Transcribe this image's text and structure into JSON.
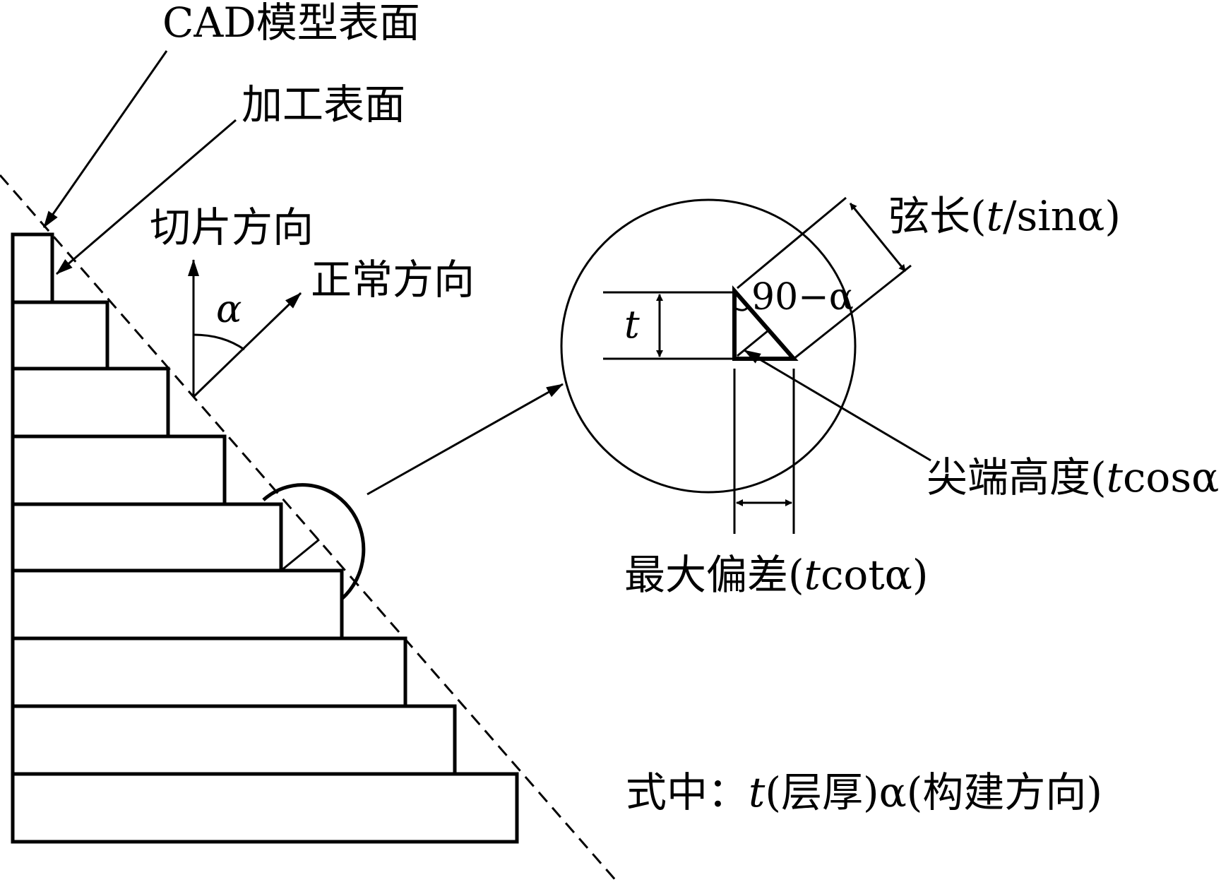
{
  "labels": {
    "cad_surface": "CAD模型表面",
    "machined_surface": "加工表面",
    "slice_direction": "切片方向",
    "normal_direction": "正常方向",
    "alpha": "α",
    "t_symbol": "t",
    "angle_label": "90−α",
    "chord_prefix": "弦长(",
    "chord_t": "t",
    "chord_suffix": "/sinα)",
    "tip_prefix": "尖端高度(",
    "tip_t": "t",
    "tip_suffix": "cosα)",
    "dev_prefix": "最大偏差(",
    "dev_t": "t",
    "dev_suffix": "cotα)",
    "legend_prefix": "式中：",
    "legend_t": "t",
    "legend_middle": "(层厚)α(构建方向)"
  },
  "colors": {
    "ink": "#000000",
    "background": "#ffffff"
  }
}
